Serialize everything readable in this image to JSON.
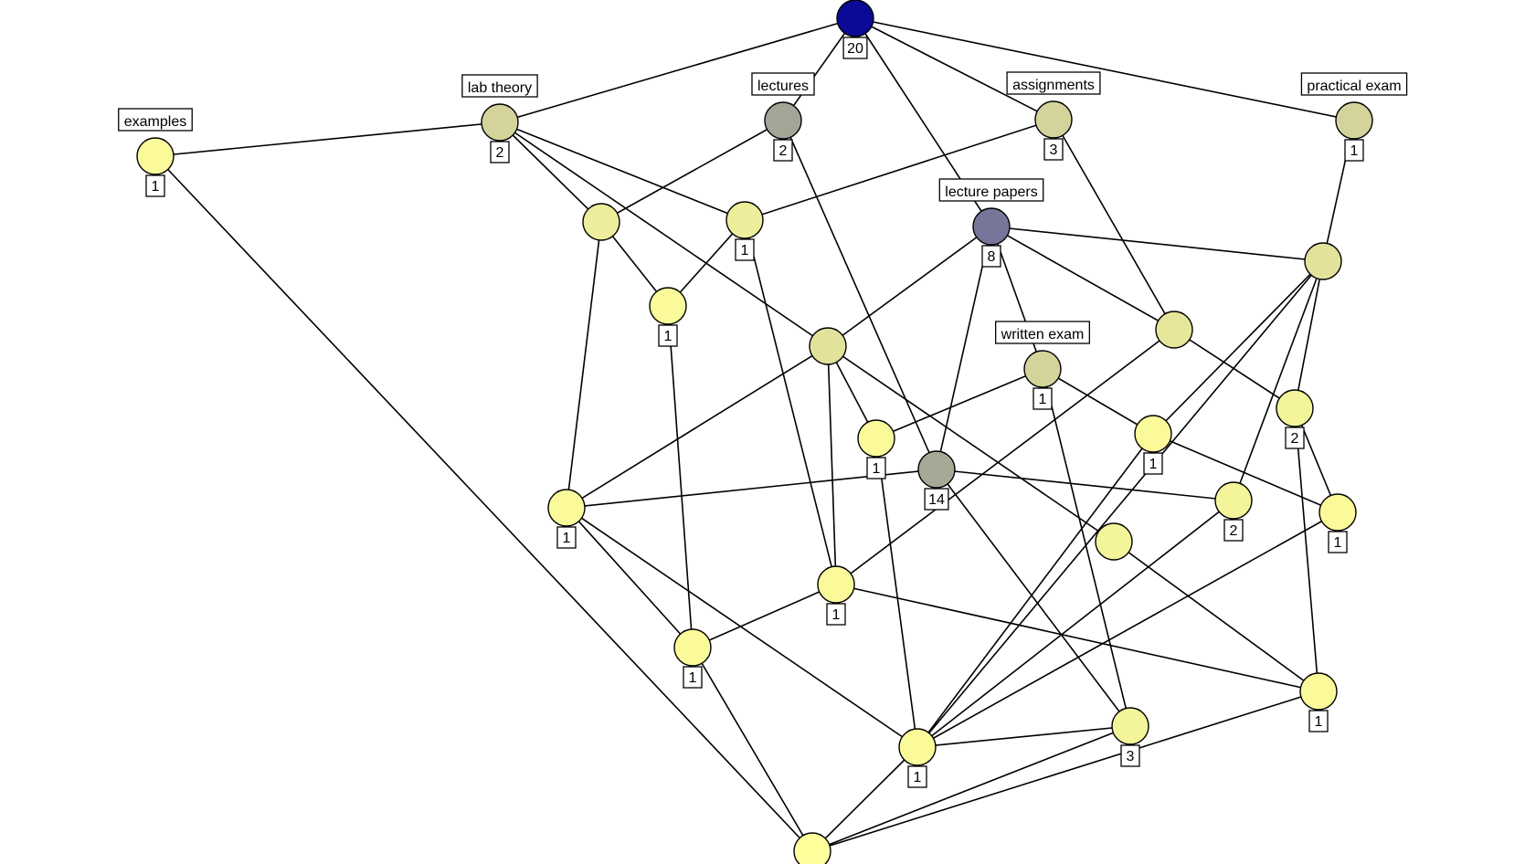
{
  "diagram": {
    "nodes": [
      {
        "id": "top",
        "count": "20",
        "color": "#0a0a96"
      },
      {
        "id": "lab_theory",
        "label": "lab theory",
        "count": "2",
        "color": "#d3d39b"
      },
      {
        "id": "lectures",
        "label": "lectures",
        "count": "2",
        "color": "#a5a597"
      },
      {
        "id": "assignments",
        "label": "assignments",
        "count": "3",
        "color": "#d3d39b"
      },
      {
        "id": "practical_exam",
        "label": "practical exam",
        "count": "1",
        "color": "#d3d39b"
      },
      {
        "id": "examples",
        "label": "examples",
        "count": "1",
        "color": "#fafa9b"
      },
      {
        "id": "lecture_papers",
        "label": "lecture papers",
        "count": "8",
        "color": "#76769a"
      },
      {
        "id": "written_exam",
        "label": "written exam",
        "count": "1",
        "color": "#d3d39b"
      },
      {
        "id": "n_a",
        "color": "#eded9b"
      },
      {
        "id": "n_b",
        "count": "1",
        "color": "#eded9b"
      },
      {
        "id": "n_c",
        "count": "1",
        "color": "#fafa9b"
      },
      {
        "id": "n_d",
        "color": "#e2e29b"
      },
      {
        "id": "n_e",
        "color": "#e2e29b"
      },
      {
        "id": "n_f",
        "color": "#e6e69b"
      },
      {
        "id": "n_g",
        "count": "1",
        "color": "#fafa9b"
      },
      {
        "id": "n_h",
        "count": "14",
        "color": "#a8a897"
      },
      {
        "id": "n_i",
        "count": "1",
        "color": "#fafa9b"
      },
      {
        "id": "n_j",
        "count": "2",
        "color": "#f4f49b"
      },
      {
        "id": "n_k",
        "count": "1",
        "color": "#fafa9b"
      },
      {
        "id": "n_l",
        "count": "1",
        "color": "#fafa9b"
      },
      {
        "id": "n_m",
        "count": "2",
        "color": "#f4f49b"
      },
      {
        "id": "n_n",
        "color": "#f4f49b"
      },
      {
        "id": "n_o",
        "count": "1",
        "color": "#fafa9b"
      },
      {
        "id": "n_p",
        "count": "1",
        "color": "#fafa9b"
      },
      {
        "id": "n_q",
        "count": "1",
        "color": "#fafa9b"
      },
      {
        "id": "n_r",
        "count": "1",
        "color": "#fafa9b"
      },
      {
        "id": "n_s",
        "count": "3",
        "color": "#f4f49b"
      },
      {
        "id": "bottom",
        "color": "#ffff9b"
      }
    ],
    "edges": [
      [
        "top",
        "lectures"
      ],
      [
        "top",
        "assignments"
      ],
      [
        "top",
        "practical_exam"
      ],
      [
        "top",
        "lab_theory"
      ],
      [
        "top",
        "lecture_papers"
      ],
      [
        "examples",
        "lab_theory"
      ],
      [
        "examples",
        "bottom"
      ],
      [
        "lab_theory",
        "n_a"
      ],
      [
        "lab_theory",
        "n_b"
      ],
      [
        "lab_theory",
        "n_e"
      ],
      [
        "lectures",
        "n_a"
      ],
      [
        "lectures",
        "n_h"
      ],
      [
        "assignments",
        "n_b"
      ],
      [
        "assignments",
        "n_f"
      ],
      [
        "practical_exam",
        "n_d"
      ],
      [
        "lecture_papers",
        "n_d"
      ],
      [
        "lecture_papers",
        "n_e"
      ],
      [
        "lecture_papers",
        "n_f"
      ],
      [
        "lecture_papers",
        "written_exam"
      ],
      [
        "lecture_papers",
        "n_h"
      ],
      [
        "n_a",
        "n_c"
      ],
      [
        "n_a",
        "n_i"
      ],
      [
        "n_b",
        "n_c"
      ],
      [
        "n_b",
        "n_o"
      ],
      [
        "n_c",
        "n_p"
      ],
      [
        "n_d",
        "n_j"
      ],
      [
        "n_d",
        "n_k"
      ],
      [
        "n_d",
        "n_m"
      ],
      [
        "n_d",
        "n_r"
      ],
      [
        "n_e",
        "n_i"
      ],
      [
        "n_e",
        "n_g"
      ],
      [
        "n_e",
        "n_n"
      ],
      [
        "n_e",
        "n_o"
      ],
      [
        "n_f",
        "n_j"
      ],
      [
        "n_f",
        "n_o"
      ],
      [
        "written_exam",
        "n_g"
      ],
      [
        "written_exam",
        "n_k"
      ],
      [
        "written_exam",
        "n_s"
      ],
      [
        "n_h",
        "n_i"
      ],
      [
        "n_h",
        "n_m"
      ],
      [
        "n_h",
        "n_s"
      ],
      [
        "n_g",
        "n_r"
      ],
      [
        "n_k",
        "n_r"
      ],
      [
        "n_k",
        "n_l"
      ],
      [
        "n_j",
        "n_l"
      ],
      [
        "n_j",
        "n_q"
      ],
      [
        "n_m",
        "n_r"
      ],
      [
        "n_l",
        "n_r"
      ],
      [
        "n_n",
        "n_q"
      ],
      [
        "n_i",
        "n_p"
      ],
      [
        "n_i",
        "n_r"
      ],
      [
        "n_o",
        "n_p"
      ],
      [
        "n_o",
        "n_q"
      ],
      [
        "n_p",
        "bottom"
      ],
      [
        "n_r",
        "n_s"
      ],
      [
        "n_r",
        "bottom"
      ],
      [
        "n_s",
        "bottom"
      ],
      [
        "n_q",
        "bottom"
      ]
    ]
  }
}
